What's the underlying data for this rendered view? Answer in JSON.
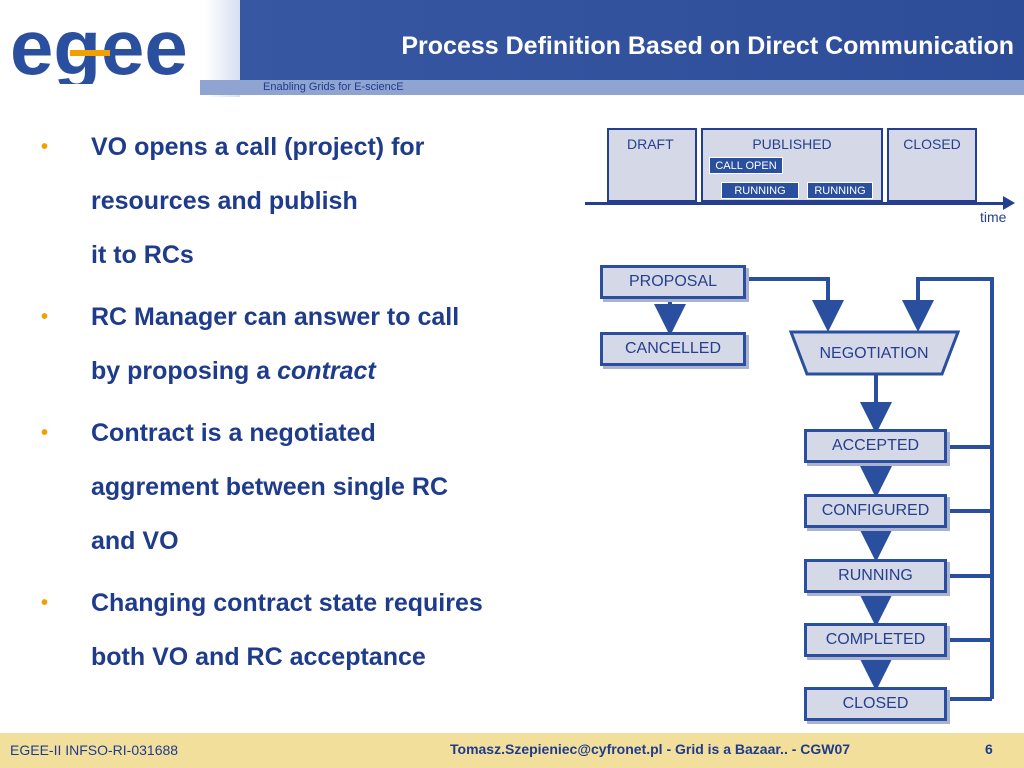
{
  "header": {
    "logo_text": "egee",
    "title": "Process Definition Based on Direct Communication",
    "subtitle": "Enabling Grids for E-sciencE"
  },
  "bullets": [
    {
      "lines": [
        "VO opens a call (project) for",
        "resources and publish",
        "it to RCs"
      ]
    },
    {
      "lines": [
        "RC Manager can answer to call",
        "by proposing a "
      ],
      "emphasis": "contract"
    },
    {
      "lines": [
        "Contract is a  negotiated",
        "aggrement between single RC",
        "and VO"
      ]
    },
    {
      "lines": [
        "Changing contract state requires",
        "both VO and RC acceptance"
      ]
    }
  ],
  "timeline": {
    "phases": [
      "DRAFT",
      "PUBLISHED",
      "CLOSED"
    ],
    "call_open": "CALL OPEN",
    "running": [
      "RUNNING",
      "RUNNING"
    ],
    "axis_label": "time"
  },
  "states": {
    "proposal": "PROPOSAL",
    "cancelled": "CANCELLED",
    "negotiation": "NEGOTIATION",
    "accepted": "ACCEPTED",
    "configured": "CONFIGURED",
    "running": "RUNNING",
    "completed": "COMPLETED",
    "closed": "CLOSED"
  },
  "footer": {
    "left": "EGEE-II INFSO-RI-031688",
    "center": "Tomasz.Szepieniec@cyfronet.pl - Grid is a Bazaar.. - CGW07",
    "page": "6"
  },
  "colors": {
    "brand_blue": "#2e4d98",
    "accent_orange": "#f2a000",
    "footer_bg": "#f3df9c",
    "state_fill": "#d5d8e6"
  }
}
